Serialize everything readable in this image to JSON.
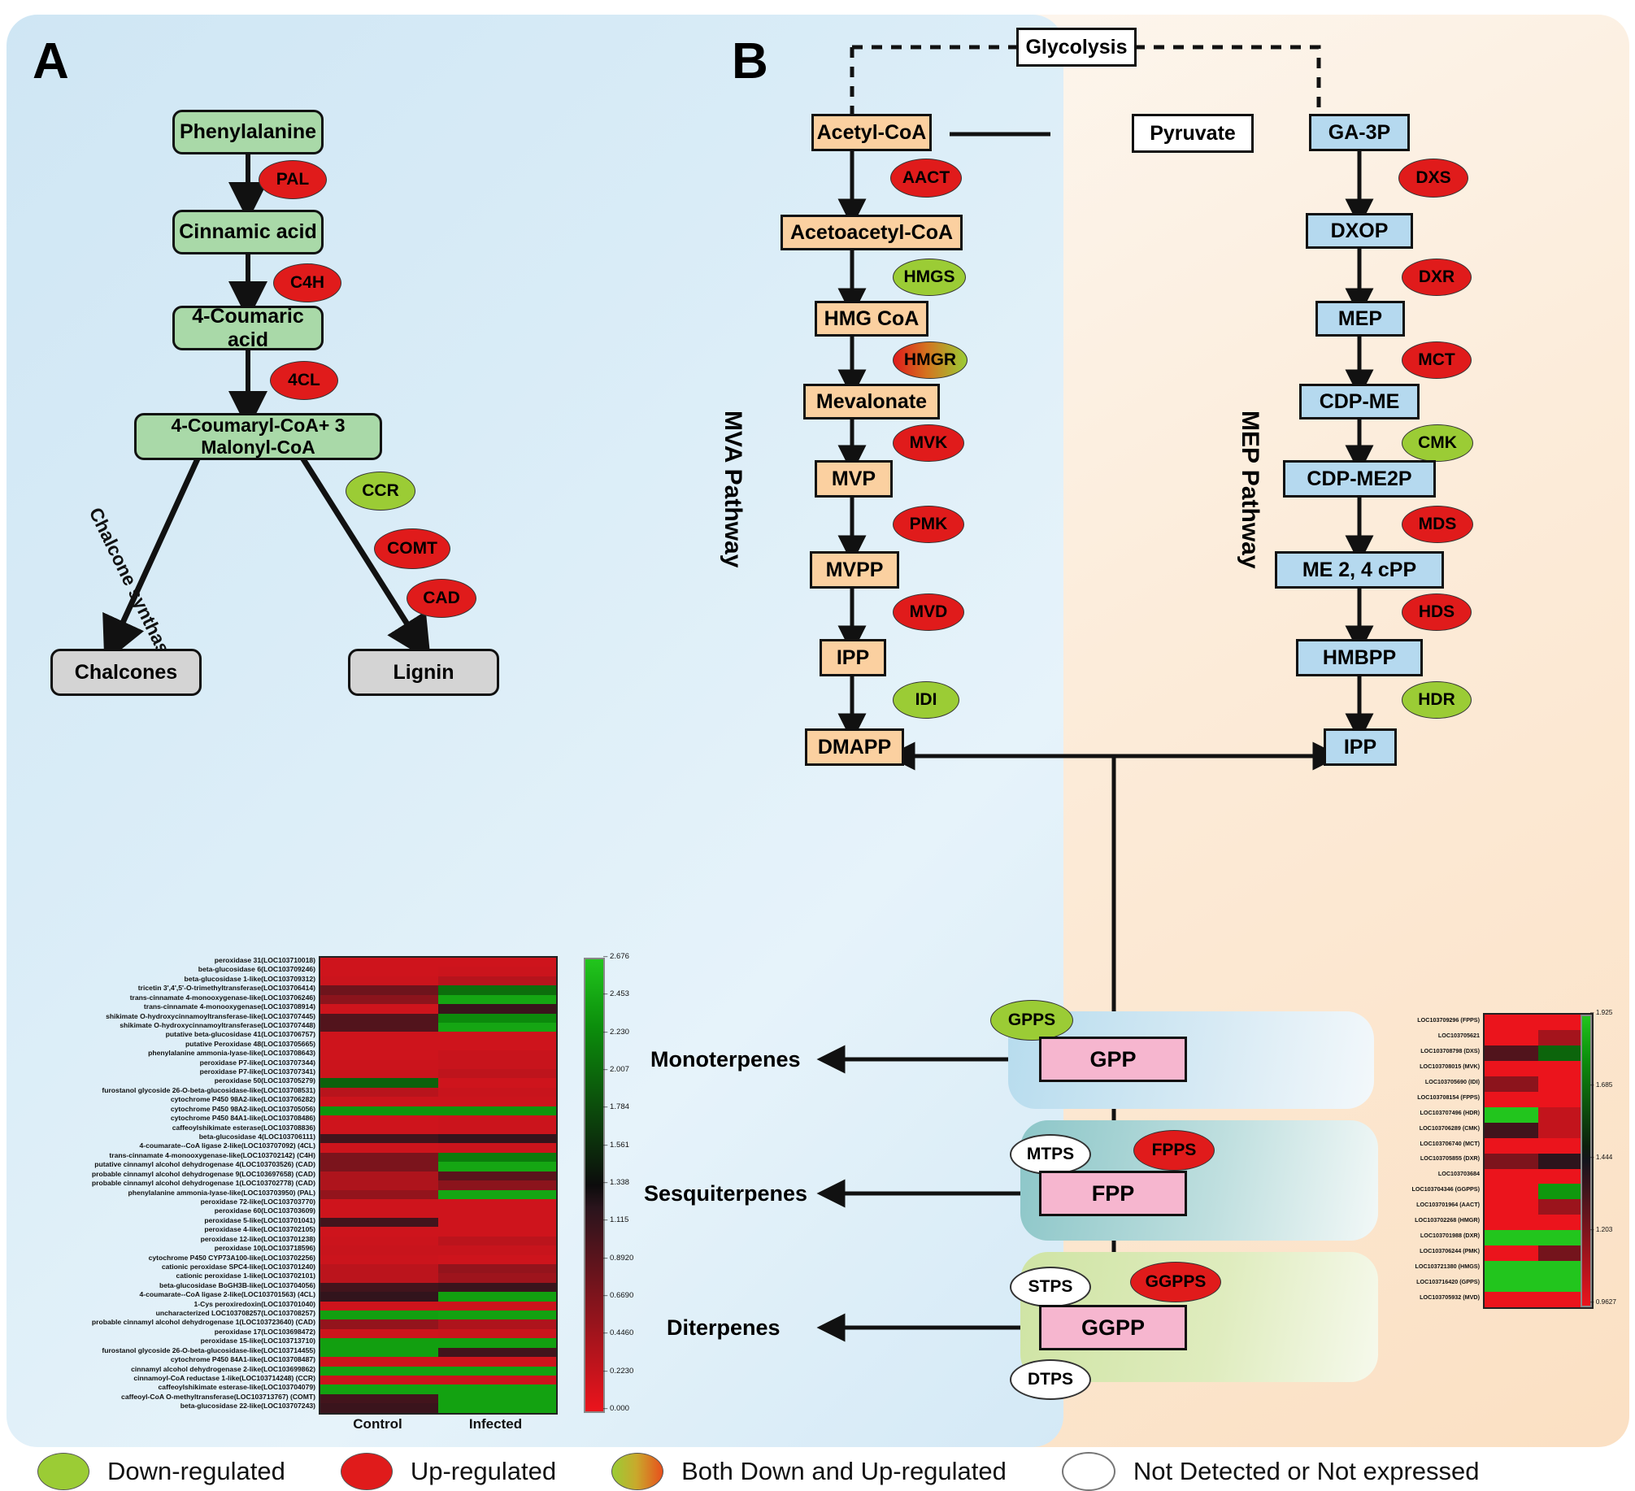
{
  "panels": {
    "a_label": "A",
    "b_label": "B"
  },
  "panelA": {
    "nodes": [
      {
        "id": "phenylalanine",
        "label": "Phenylalanine"
      },
      {
        "id": "cinnamic",
        "label": "Cinnamic acid"
      },
      {
        "id": "coumaric",
        "label": "4-Coumaric acid"
      },
      {
        "id": "coumaryl",
        "label": "4-Coumaryl-CoA+ 3 Malonyl-CoA"
      },
      {
        "id": "chalcones",
        "label": "Chalcones"
      },
      {
        "id": "lignin",
        "label": "Lignin"
      }
    ],
    "enzymes": [
      {
        "id": "pal",
        "label": "PAL",
        "state": "up"
      },
      {
        "id": "c4h",
        "label": "C4H",
        "state": "up"
      },
      {
        "id": "4cl",
        "label": "4CL",
        "state": "up"
      },
      {
        "id": "ccr",
        "label": "CCR",
        "state": "down"
      },
      {
        "id": "comt",
        "label": "COMT",
        "state": "up"
      },
      {
        "id": "cad",
        "label": "CAD",
        "state": "up"
      }
    ],
    "edge_label": "Chalcone synthase"
  },
  "panelB": {
    "nodes": [
      {
        "id": "glycolysis",
        "label": "Glycolysis",
        "type": "white"
      },
      {
        "id": "acetylcoa",
        "label": "Acetyl-CoA",
        "type": "orange"
      },
      {
        "id": "acetoacetylcoa",
        "label": "Acetoacetyl-CoA",
        "type": "orange"
      },
      {
        "id": "hmgcoa",
        "label": "HMG CoA",
        "type": "orange"
      },
      {
        "id": "mevalonate",
        "label": "Mevalonate",
        "type": "orange"
      },
      {
        "id": "mvp",
        "label": "MVP",
        "type": "orange"
      },
      {
        "id": "mvpp",
        "label": "MVPP",
        "type": "orange"
      },
      {
        "id": "ipp_mva",
        "label": "IPP",
        "type": "orange"
      },
      {
        "id": "dmapp",
        "label": "DMAPP",
        "type": "orange"
      },
      {
        "id": "pyruvate",
        "label": "Pyruvate",
        "type": "white"
      },
      {
        "id": "ga3p",
        "label": "GA-3P",
        "type": "blue"
      },
      {
        "id": "dxop",
        "label": "DXOP",
        "type": "blue"
      },
      {
        "id": "mep",
        "label": "MEP",
        "type": "blue"
      },
      {
        "id": "cdpme",
        "label": "CDP-ME",
        "type": "blue"
      },
      {
        "id": "cdpme2p",
        "label": "CDP-ME2P",
        "type": "blue"
      },
      {
        "id": "mecpp",
        "label": "ME 2, 4 cPP",
        "type": "blue"
      },
      {
        "id": "hmbpp",
        "label": "HMBPP",
        "type": "blue"
      },
      {
        "id": "ipp_mep",
        "label": "IPP",
        "type": "blue"
      },
      {
        "id": "gpp",
        "label": "GPP",
        "type": "pink"
      },
      {
        "id": "fpp",
        "label": "FPP",
        "type": "pink"
      },
      {
        "id": "ggpp",
        "label": "GGPP",
        "type": "pink"
      }
    ],
    "enzymes": [
      {
        "id": "aact",
        "label": "AACT",
        "state": "up"
      },
      {
        "id": "hmgs",
        "label": "HMGS",
        "state": "down"
      },
      {
        "id": "hmgr",
        "label": "HMGR",
        "state": "both"
      },
      {
        "id": "mvk",
        "label": "MVK",
        "state": "up"
      },
      {
        "id": "pmk",
        "label": "PMK",
        "state": "up"
      },
      {
        "id": "mvd",
        "label": "MVD",
        "state": "up"
      },
      {
        "id": "idi",
        "label": "IDI",
        "state": "down"
      },
      {
        "id": "dxs",
        "label": "DXS",
        "state": "up"
      },
      {
        "id": "dxr",
        "label": "DXR",
        "state": "up"
      },
      {
        "id": "mct",
        "label": "MCT",
        "state": "up"
      },
      {
        "id": "cmk",
        "label": "CMK",
        "state": "down"
      },
      {
        "id": "mds",
        "label": "MDS",
        "state": "up"
      },
      {
        "id": "hds",
        "label": "HDS",
        "state": "up"
      },
      {
        "id": "hdr",
        "label": "HDR",
        "state": "down"
      },
      {
        "id": "gpps",
        "label": "GPPS",
        "state": "down"
      },
      {
        "id": "fpps",
        "label": "FPPS",
        "state": "up"
      },
      {
        "id": "ggpps",
        "label": "GGPPS",
        "state": "up"
      },
      {
        "id": "mtps",
        "label": "MTPS",
        "state": "none"
      },
      {
        "id": "stps",
        "label": "STPS",
        "state": "none"
      },
      {
        "id": "dtps",
        "label": "DTPS",
        "state": "none"
      }
    ],
    "pathway_labels": {
      "mva": "MVA Pathway",
      "mep": "MEP Pathway"
    },
    "products": [
      {
        "id": "monoterpenes",
        "label": "Monoterpenes"
      },
      {
        "id": "sesquiterpenes",
        "label": "Sesquiterpenes"
      },
      {
        "id": "diterpenes",
        "label": "Diterpenes"
      }
    ]
  },
  "legend": [
    {
      "id": "down",
      "label": "Down-regulated",
      "color": "#9bcc35",
      "style": "solid"
    },
    {
      "id": "up",
      "label": "Up-regulated",
      "color": "#e01b1b",
      "style": "solid"
    },
    {
      "id": "both",
      "label": "Both Down and Up-regulated",
      "color": "#9bcc35",
      "style": "gradient"
    },
    {
      "id": "none",
      "label": "Not Detected or  Not expressed",
      "color": "#ffffff",
      "style": "outline"
    }
  ],
  "chart_data": [
    {
      "id": "heatmap_panel_a",
      "type": "heatmap",
      "title": "",
      "categories": [
        "Control",
        "Infected"
      ],
      "colorbar_ticks": [
        "0.000",
        "0.2230",
        "0.4460",
        "0.6690",
        "0.8920",
        "1.115",
        "1.338",
        "1.561",
        "1.784",
        "2.007",
        "2.230",
        "2.453",
        "2.676"
      ],
      "colorbar_min": 0.0,
      "colorbar_max": 2.676,
      "colormap": "red-black-green",
      "rows": [
        {
          "label": "peroxidase 31(LOC103710018)",
          "values": [
            0.18,
            0.18
          ]
        },
        {
          "label": "beta-glucosidase 6(LOC103709246)",
          "values": [
            0.18,
            0.2
          ]
        },
        {
          "label": "beta-glucosidase 1-like(LOC103709312)",
          "values": [
            0.2,
            0.33
          ]
        },
        {
          "label": "tricetin 3',4',5'-O-trimethyltransferase(LOC103706414)",
          "values": [
            0.78,
            2.05
          ]
        },
        {
          "label": "trans-cinnamate 4-monooxygenase-like(LOC103706246)",
          "values": [
            0.6,
            2.45
          ]
        },
        {
          "label": "trans-cinnamate 4-monooxygenase(LOC103708914)",
          "values": [
            0.18,
            1.1
          ]
        },
        {
          "label": "shikimate O-hydroxycinnamoyltransferase-like(LOC103707445)",
          "values": [
            0.95,
            2.25
          ]
        },
        {
          "label": "shikimate O-hydroxycinnamoyltransferase(LOC103707448)",
          "values": [
            0.95,
            2.45
          ]
        },
        {
          "label": "putative beta-glucosidase 41(LOC103706757)",
          "values": [
            0.18,
            0.18
          ]
        },
        {
          "label": "putative Peroxidase 48(LOC103705665)",
          "values": [
            0.18,
            0.18
          ]
        },
        {
          "label": "phenylalanine ammonia-lyase-like(LOC103708643)",
          "values": [
            0.18,
            0.22
          ]
        },
        {
          "label": "peroxidase P7-like(LOC103707344)",
          "values": [
            0.2,
            0.22
          ]
        },
        {
          "label": "peroxidase P7-like(LOC103707341)",
          "values": [
            0.2,
            0.28
          ]
        },
        {
          "label": "peroxidase 50(LOC103705279)",
          "values": [
            1.95,
            0.18
          ]
        },
        {
          "label": "furostanol glycoside 26-O-beta-glucosidase-like(LOC103708531)",
          "values": [
            0.32,
            0.22
          ]
        },
        {
          "label": "cytochrome P450 98A2-like(LOC103706282)",
          "values": [
            0.2,
            0.2
          ]
        },
        {
          "label": "cytochrome P450 98A2-like(LOC103705056)",
          "values": [
            2.33,
            2.33
          ]
        },
        {
          "label": "cytochrome P450 84A1-like(LOC103708486)",
          "values": [
            0.18,
            0.2
          ]
        },
        {
          "label": "caffeoylshikimate esterase(LOC103708836)",
          "values": [
            0.18,
            0.2
          ]
        },
        {
          "label": "beta-glucosidase 4(LOC103706111)",
          "values": [
            1.05,
            1.13
          ]
        },
        {
          "label": "4-coumarate--CoA ligase 2-like(LOC103707092) (4CL)",
          "values": [
            0.18,
            0.2
          ]
        },
        {
          "label": "trans-cinnamate 4-monooxygenase-like(LOC103702142) (C4H)",
          "values": [
            0.7,
            2.15
          ]
        },
        {
          "label": "putative cinnamyl alcohol dehydrogenase 4(LOC103703526) (CAD)",
          "values": [
            0.7,
            2.45
          ]
        },
        {
          "label": "probable cinnamyl alcohol dehydrogenase 9(LOC103697658) (CAD)",
          "values": [
            0.38,
            0.9
          ]
        },
        {
          "label": "probable cinnamyl alcohol dehydrogenase 1(LOC103702778) (CAD)",
          "values": [
            0.38,
            0.6
          ]
        },
        {
          "label": "phenylalanine ammonia-lyase-like(LOC103703950) (PAL)",
          "values": [
            0.55,
            2.45
          ]
        },
        {
          "label": "peroxidase 72-like(LOC103703770)",
          "values": [
            0.18,
            0.18
          ]
        },
        {
          "label": "peroxidase 60(LOC103703609)",
          "values": [
            0.18,
            0.18
          ]
        },
        {
          "label": "peroxidase 5-like(LOC103701041)",
          "values": [
            1.05,
            0.18
          ]
        },
        {
          "label": "peroxidase 4-like(LOC103702105)",
          "values": [
            0.18,
            0.18
          ]
        },
        {
          "label": "peroxidase 12-like(LOC103701238)",
          "values": [
            0.2,
            0.3
          ]
        },
        {
          "label": "peroxidase 10(LOC103718596)",
          "values": [
            0.22,
            0.22
          ]
        },
        {
          "label": "cytochrome P450 CYP73A100-like(LOC103702256)",
          "values": [
            0.2,
            0.18
          ]
        },
        {
          "label": "cationic peroxidase SPC4-like(LOC103701240)",
          "values": [
            0.3,
            0.55
          ]
        },
        {
          "label": "cationic peroxidase 1-like(LOC103702101)",
          "values": [
            0.3,
            0.48
          ]
        },
        {
          "label": "beta-glucosidase BoGH3B-like(LOC103704056)",
          "values": [
            1.05,
            1.1
          ]
        },
        {
          "label": "4-coumarate--CoA ligase 2-like(LOC103701563) (4CL)",
          "values": [
            1.15,
            2.4
          ]
        },
        {
          "label": "1-Cys peroxiredoxin(LOC103701040)",
          "values": [
            0.18,
            0.2
          ]
        },
        {
          "label": "uncharacterized LOC103708257(LOC103708257)",
          "values": [
            2.4,
            2.42
          ]
        },
        {
          "label": "probable cinnamyl alcohol dehydrogenase 1(LOC103723640) (CAD)",
          "values": [
            0.55,
            0.38
          ]
        },
        {
          "label": "peroxidase 17(LOC103698472)",
          "values": [
            0.18,
            0.2
          ]
        },
        {
          "label": "peroxidase 15-like(LOC103713710)",
          "values": [
            2.4,
            2.4
          ]
        },
        {
          "label": "furostanol glycoside 26-O-beta-glucosidase-like(LOC103714455)",
          "values": [
            2.4,
            1.05
          ]
        },
        {
          "label": "cytochrome P450 84A1-like(LOC103708487)",
          "values": [
            0.18,
            0.18
          ]
        },
        {
          "label": "cinnamyl alcohol dehydrogenase 2-like(LOC103699862)",
          "values": [
            2.42,
            2.42
          ]
        },
        {
          "label": "cinnamoyl-CoA reductase 1-like(LOC103714248) (CCR)",
          "values": [
            0.2,
            0.2
          ]
        },
        {
          "label": "caffeoylshikimate esterase-like(LOC103704079)",
          "values": [
            2.42,
            2.42
          ]
        },
        {
          "label": "caffeoyl-CoA O-methyltransferase(LOC103713767) (COMT)",
          "values": [
            1.05,
            2.42
          ]
        },
        {
          "label": "beta-glucosidase 22-like(LOC103707243)",
          "values": [
            1.1,
            2.42
          ]
        }
      ]
    },
    {
      "id": "heatmap_panel_b",
      "type": "heatmap",
      "title": "",
      "categories": [
        "",
        ""
      ],
      "colorbar_ticks": [
        "0.9627",
        "1.203",
        "1.444",
        "1.685",
        "1.925"
      ],
      "colorbar_min": 0.4813,
      "colorbar_max": 1.925,
      "colormap": "red-black-green",
      "rows": [
        {
          "label": "LOC103709296 (FPPS)",
          "values": [
            0.2,
            0.3
          ]
        },
        {
          "label": "LOC103705621",
          "values": [
            0.35,
            0.72
          ]
        },
        {
          "label": "LOC103708798 (DXS)",
          "values": [
            1.0,
            1.55
          ]
        },
        {
          "label": "LOC103708015 (MVK)",
          "values": [
            0.22,
            0.28
          ]
        },
        {
          "label": "LOC103705690 (IDI)",
          "values": [
            0.8,
            0.2
          ]
        },
        {
          "label": "LOC103708154 (FPPS)",
          "values": [
            0.25,
            0.4
          ]
        },
        {
          "label": "LOC103707496 (HDR)",
          "values": [
            2.3,
            0.62
          ]
        },
        {
          "label": "LOC103706289 (CMK)",
          "values": [
            1.05,
            0.62
          ]
        },
        {
          "label": "LOC103706740 (MCT)",
          "values": [
            0.2,
            0.22
          ]
        },
        {
          "label": "LOC103705855 (DXR)",
          "values": [
            0.85,
            1.12
          ]
        },
        {
          "label": "LOC103703684",
          "values": [
            0.22,
            0.28
          ]
        },
        {
          "label": "LOC103704346 (GGPPS)",
          "values": [
            0.22,
            1.75
          ]
        },
        {
          "label": "LOC103701964 (AACT)",
          "values": [
            0.38,
            0.75
          ]
        },
        {
          "label": "LOC103702268 (HMGR)",
          "values": [
            0.22,
            0.4
          ]
        },
        {
          "label": "LOC103701988 (DXR)",
          "values": [
            2.42,
            2.42
          ]
        },
        {
          "label": "LOC103706244 (PMK)",
          "values": [
            0.4,
            0.88
          ]
        },
        {
          "label": "LOC103721380 (HMGS)",
          "values": [
            2.42,
            2.42
          ]
        },
        {
          "label": "LOC103716420 (GPPS)",
          "values": [
            2.42,
            2.42
          ]
        },
        {
          "label": "LOC103705932 (MVD)",
          "values": [
            0.2,
            0.4
          ]
        }
      ]
    }
  ]
}
